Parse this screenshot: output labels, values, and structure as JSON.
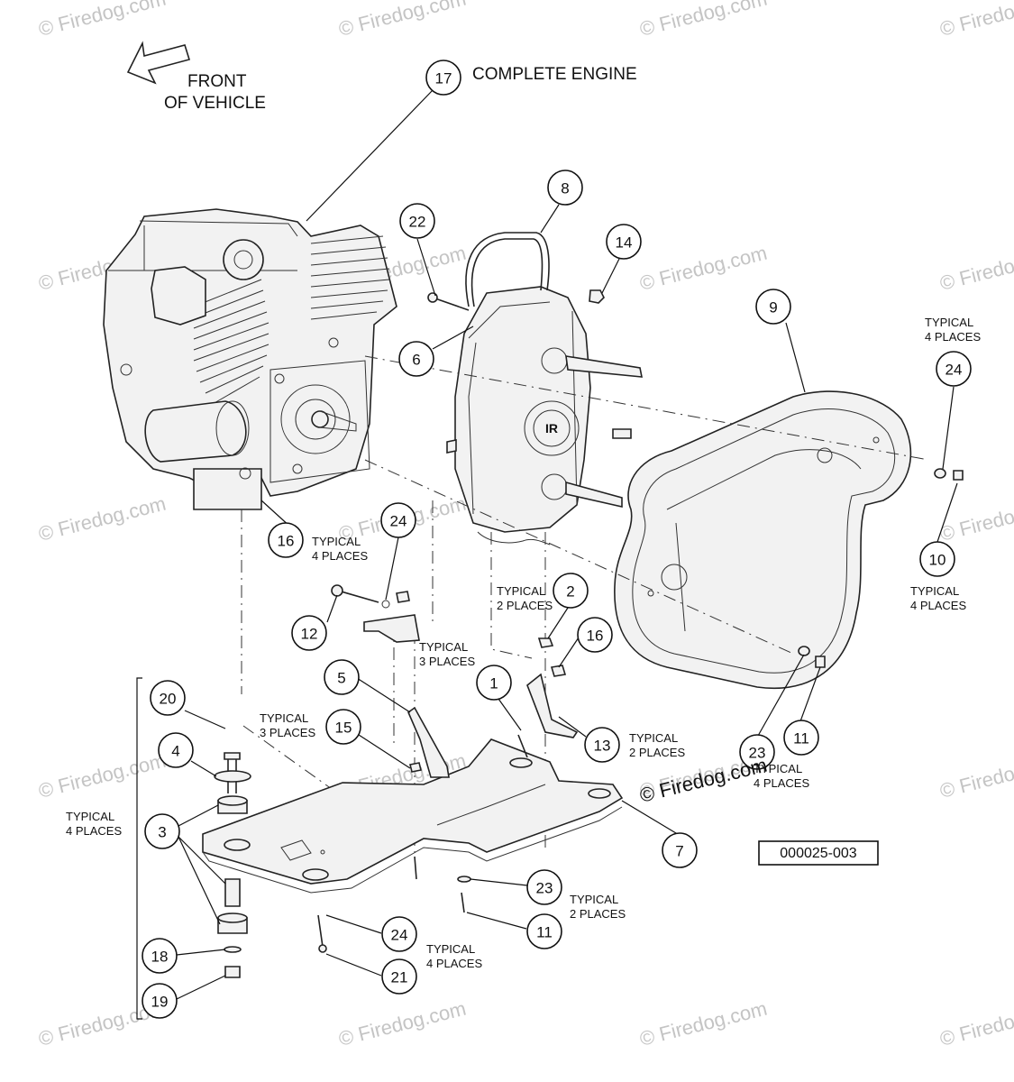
{
  "title": "COMPLETE ENGINE",
  "front_label": [
    "FRONT",
    "OF VEHICLE"
  ],
  "figure_id": "000025-003",
  "copyright": "© Firedog.com",
  "watermark": "© Firedog.com",
  "callouts": [
    {
      "num": "17"
    },
    {
      "num": "8"
    },
    {
      "num": "22"
    },
    {
      "num": "14"
    },
    {
      "num": "6"
    },
    {
      "num": "9"
    },
    {
      "num": "24"
    },
    {
      "num": "10"
    },
    {
      "num": "16"
    },
    {
      "num": "24"
    },
    {
      "num": "12"
    },
    {
      "num": "2"
    },
    {
      "num": "16"
    },
    {
      "num": "5"
    },
    {
      "num": "1"
    },
    {
      "num": "15"
    },
    {
      "num": "13"
    },
    {
      "num": "23"
    },
    {
      "num": "11"
    },
    {
      "num": "20"
    },
    {
      "num": "4"
    },
    {
      "num": "3"
    },
    {
      "num": "7"
    },
    {
      "num": "23"
    },
    {
      "num": "11"
    },
    {
      "num": "24"
    },
    {
      "num": "21"
    },
    {
      "num": "18"
    },
    {
      "num": "19"
    }
  ],
  "notes": [
    [
      "TYPICAL",
      "4 PLACES"
    ],
    [
      "TYPICAL",
      "4 PLACES"
    ],
    [
      "TYPICAL",
      "4 PLACES"
    ],
    [
      "TYPICAL",
      "2 PLACES"
    ],
    [
      "TYPICAL",
      "3 PLACES"
    ],
    [
      "TYPICAL",
      "3 PLACES"
    ],
    [
      "TYPICAL",
      "2 PLACES"
    ],
    [
      "TYPICAL",
      "4 PLACES"
    ],
    [
      "TYPICAL",
      "4 PLACES"
    ],
    [
      "TYPICAL",
      "2 PLACES"
    ],
    [
      "TYPICAL",
      "4 PLACES"
    ]
  ]
}
